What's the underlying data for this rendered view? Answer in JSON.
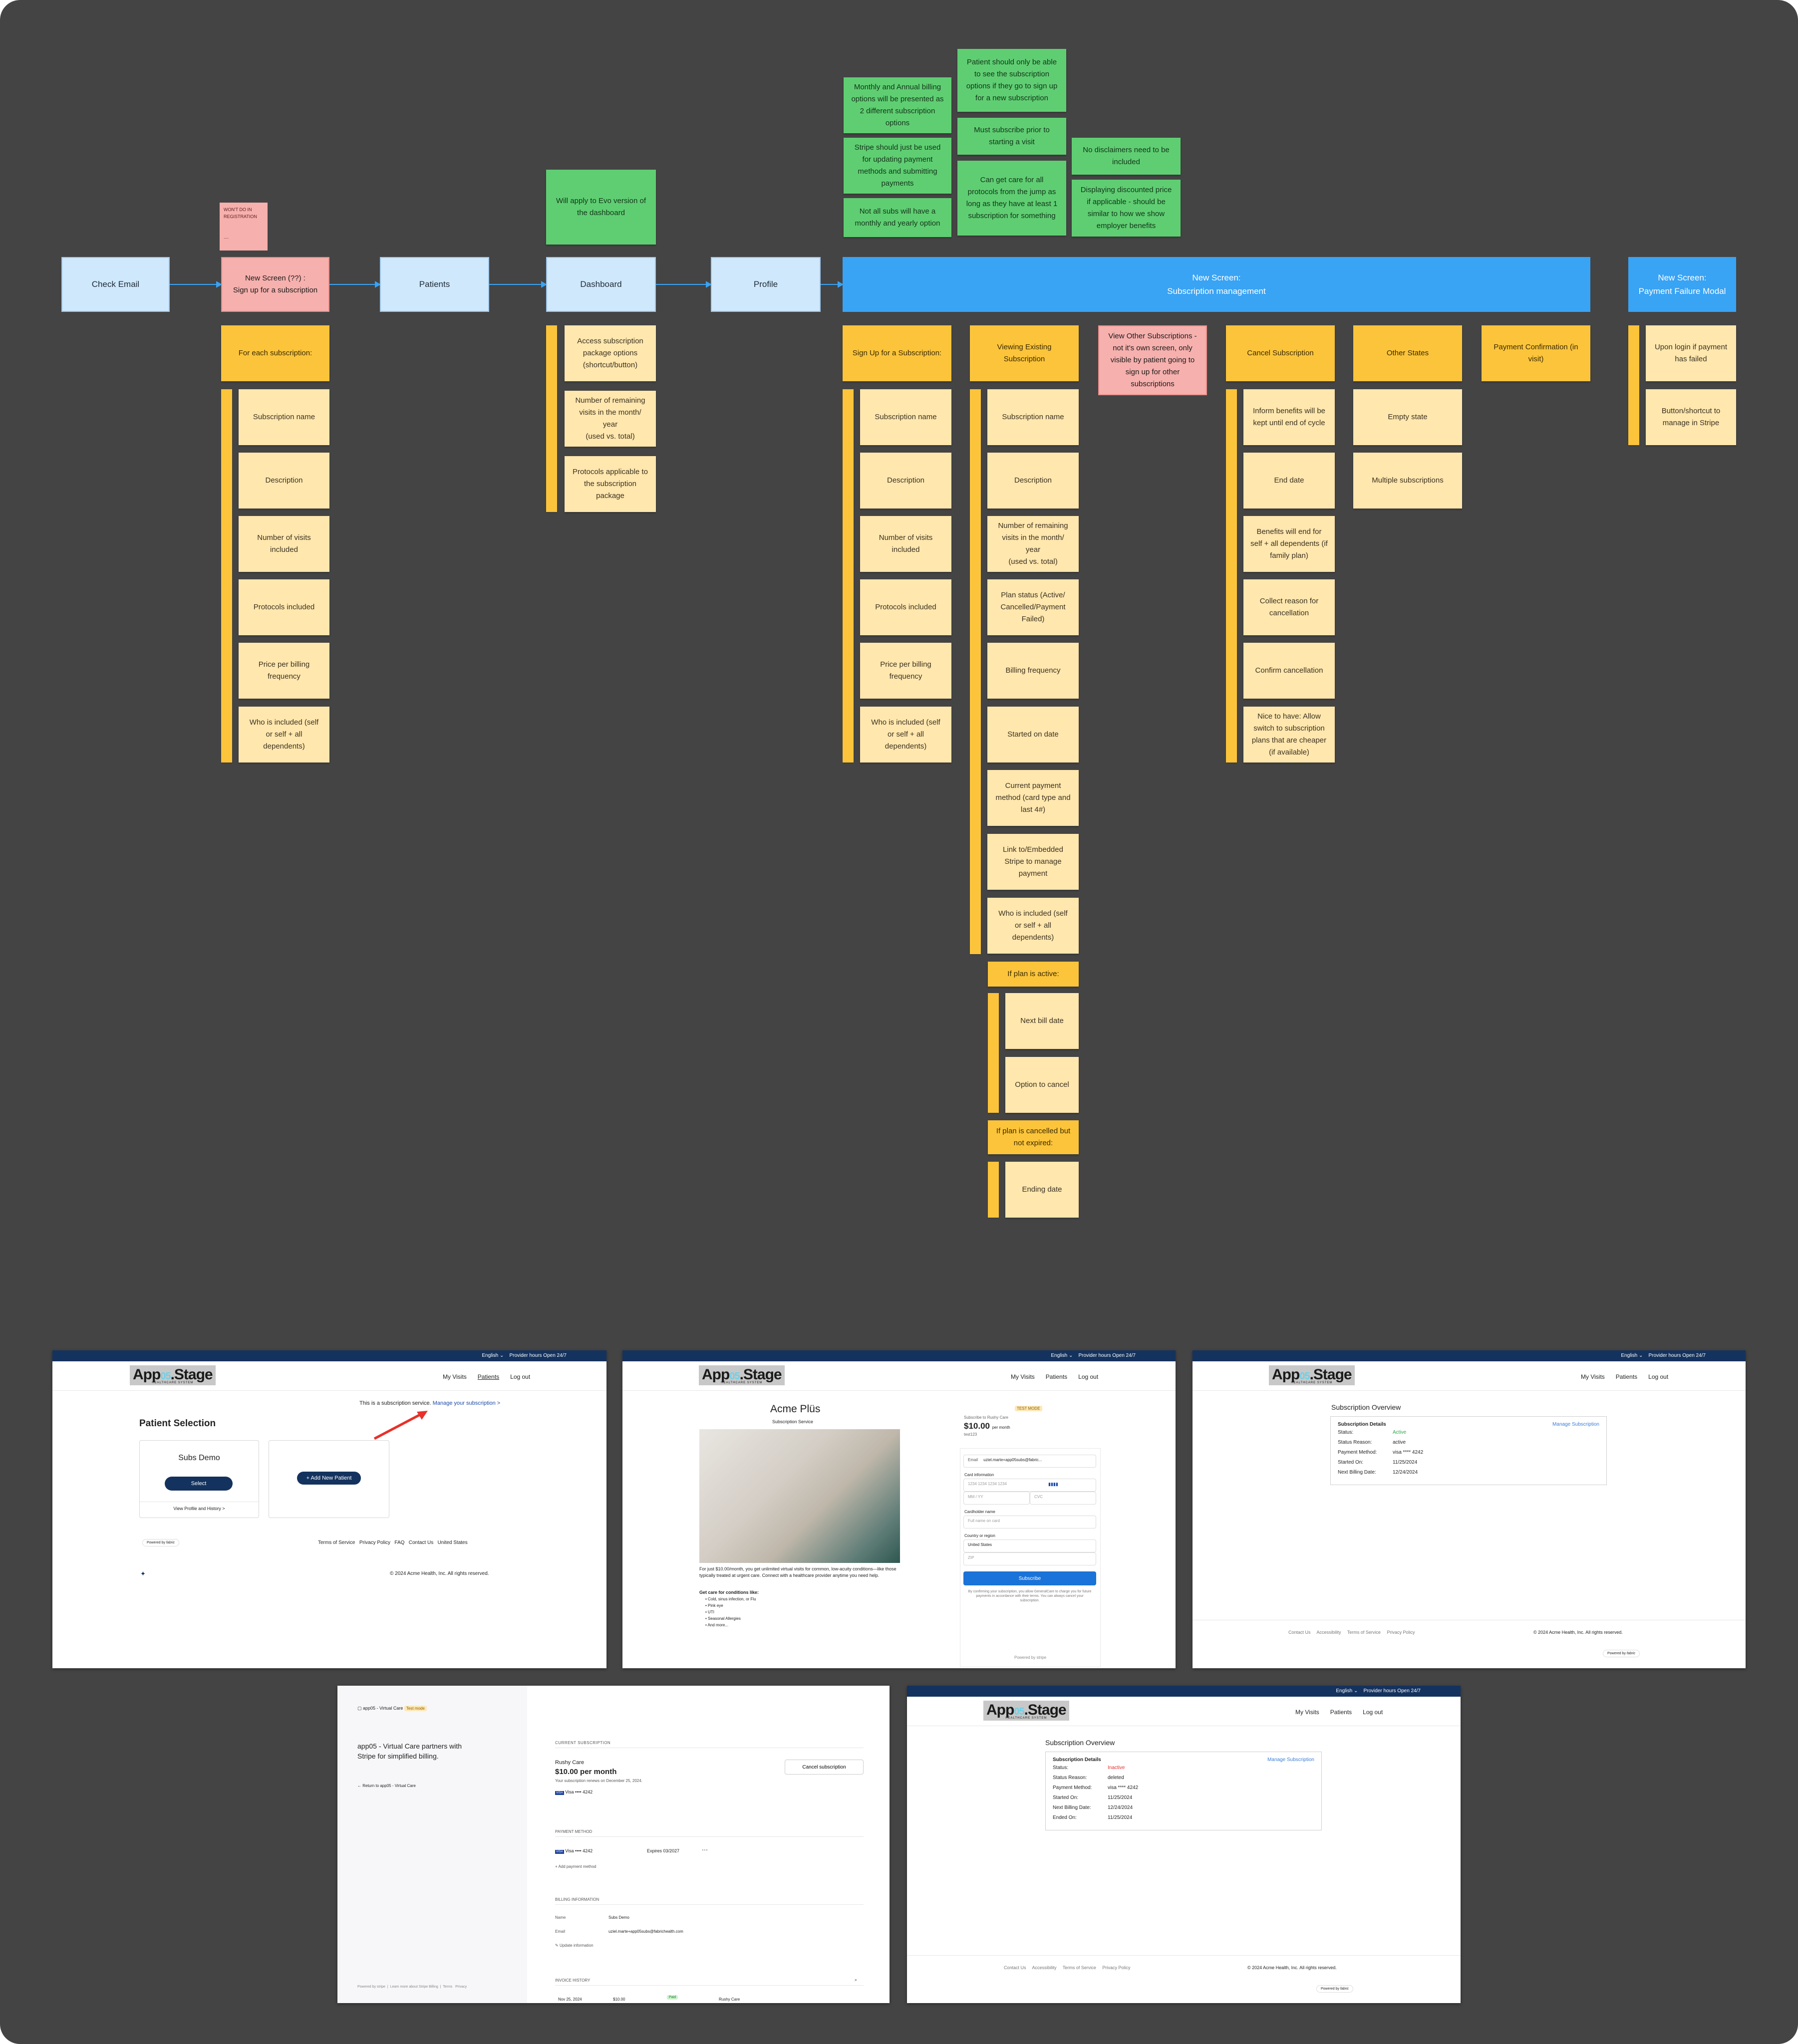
{
  "flow": {
    "check_email": "Check Email",
    "signup_screen": "New Screen (??) :\nSign up for a subscription",
    "patients": "Patients",
    "dashboard": "Dashboard",
    "profile": "Profile",
    "sub_mgmt": "New Screen:\nSubscription management",
    "payment_failure": "New Screen:\nPayment Failure Modal"
  },
  "wont_note": [
    "WON'T DO IN",
    "REGISTRATION",
    "...."
  ],
  "notes": {
    "billing_options": "Monthly and Annual billing options will be presented as 2 different subscription options",
    "stripe_update": "Stripe should just be used for updating payment methods and submitting payments",
    "not_all_subs": "Not all subs will have a monthly and yearly option",
    "patient_only": "Patient should only be able to see the subscription options if they go to sign up for a new subscription",
    "must_subscribe": "Must subscribe prior to starting a visit",
    "care_protocols": "Can get care for all protocols from the jump as long as they have at least 1 subscription for something",
    "no_disclaimers": "No disclaimers need to be included",
    "discounted_price": "Displaying discounted price if applicable - should be similar to how we show employer benefits",
    "evo_dashboard": "Will apply to Evo version of the dashboard"
  },
  "signup_col": {
    "header": "For each subscription:",
    "items": [
      "Subscription name",
      "Description",
      "Number of visits included",
      "Protocols included",
      "Price per billing frequency",
      "Who is included (self or self + all dependents)"
    ]
  },
  "dashboard_col": {
    "items": [
      "Access subscription package options (shortcut/button)",
      "Number of remaining visits in the month/ year\n(used vs. total)",
      "Protocols applicable to the subscription package"
    ]
  },
  "signup_sub_col": {
    "header": "Sign Up for a Subscription:",
    "items": [
      "Subscription name",
      "Description",
      "Number of visits included",
      "Protocols included",
      "Price per billing frequency",
      "Who is included (self or self + all dependents)"
    ]
  },
  "existing_col": {
    "header": "Viewing Existing Subscription",
    "items": [
      "Subscription name",
      "Description",
      "Number of remaining visits in the month/ year\n(used vs. total)",
      "Plan status (Active/ Cancelled/Payment Failed)",
      "Billing frequency",
      "Started on date",
      "Current payment method (card type and last 4#)",
      "Link to/Embedded Stripe to manage payment",
      "Who is included (self or self + all dependents)"
    ],
    "active_header": "If plan is active:",
    "active_items": [
      "Next bill date",
      "Option to cancel"
    ],
    "cancelled_header": "If plan is cancelled but not expired:",
    "cancelled_items": [
      "Ending date"
    ]
  },
  "view_other": "View Other Subscriptions - not it's own screen, only visible by patient going to sign up for other subscriptions",
  "cancel_col": {
    "header": "Cancel Subscription",
    "items": [
      "Inform benefits will be kept until end of cycle",
      "End date",
      "Benefits will end for self + all dependents (if family plan)",
      "Collect reason for cancellation",
      "Confirm cancellation",
      "Nice to have: Allow switch to subscription plans that are cheaper (if available)"
    ]
  },
  "other_states": {
    "header": "Other States",
    "items": [
      "Empty state",
      "Multiple subscriptions"
    ]
  },
  "payment_confirmation": "Payment Confirmation (in visit)",
  "failure_col": {
    "items": [
      "Upon login if payment has failed",
      "Button/shortcut to manage in Stripe"
    ]
  },
  "app": {
    "brand": "App",
    "brand_accent": "05",
    "brand_suffix": ".Stage",
    "brand_sub": "HEALTHCARE SYSTEM",
    "lang": "English",
    "hours": "Provider hours Open 24/7",
    "nav": [
      "My Visits",
      "Patients",
      "Log out"
    ],
    "footer_links": [
      "Contact Us",
      "Accessibility",
      "Terms of Service",
      "Privacy Policy"
    ],
    "copyright": "© 2024 Acme Health, Inc. All rights reserved.",
    "powered": "Powered by",
    "fabric": "fabric"
  },
  "s1": {
    "notice": "This is a subscription service.",
    "notice_link": "Manage your subscription >",
    "title": "Patient Selection",
    "card_name": "Subs Demo",
    "select": "Select",
    "history": "View Profile and History >",
    "add": "+ Add New Patient",
    "footer": [
      "Terms of Service",
      "Privacy Policy",
      "FAQ",
      "Contact Us",
      "United States"
    ],
    "copyright": "© 2024 Acme Health, Inc. All rights reserved."
  },
  "s2": {
    "title": "Acme Plüs",
    "subtitle": "Subscription Service",
    "test_mode": "TEST MODE",
    "subscribe_to": "Subscribe to Rushy Care",
    "price": "$10.00",
    "per": "per month",
    "code": "test123",
    "email_label": "Email",
    "email": "uziel.marte+app05subs@fabric...",
    "card_label": "Card information",
    "card_ph": "1234 1234 1234 1234",
    "mm": "MM / YY",
    "cvc": "CVC",
    "name_label": "Cardholder name",
    "name_ph": "Full name on card",
    "country_label": "Country or region",
    "country": "United States",
    "zip": "ZIP",
    "subscribe": "Subscribe",
    "terms": "By confirming your subscription, you allow GeneralCare to charge you for future payments in accordance with their terms. You can always cancel your subscription.",
    "powered": "Powered by stripe",
    "body": "For just $10.00/month, you get unlimited virtual visits for common, low-acuity conditions—like those typically treated at urgent care. Connect with a healthcare provider anytime you need help.",
    "conditions_title": "Get care for conditions like:",
    "conditions": [
      "Cold, sinus infection, or Flu",
      "Pink eye",
      "UTI",
      "Seasonal Allergies",
      "And more..."
    ]
  },
  "s3": {
    "title": "Subscription Overview",
    "details": "Subscription Details",
    "manage": "Manage Subscription",
    "rows": [
      [
        "Status:",
        "Active"
      ],
      [
        "Status Reason:",
        "active"
      ],
      [
        "Payment Method:",
        "visa **** 4242"
      ],
      [
        "Started On:",
        "11/25/2024"
      ],
      [
        "Next Billing Date:",
        "12/24/2024"
      ]
    ]
  },
  "s4": {
    "brand": "app05 - Virtual Care",
    "test": "Test mode",
    "headline": "app05 - Virtual Care partners with Stripe for simplified billing.",
    "return": "← Return to app05 - Virtual Care",
    "current": "CURRENT SUBSCRIPTION",
    "plan": "Rushy Care",
    "price": "$10.00 per month",
    "renews": "Your subscription renews on December 25, 2024.",
    "visa": "Visa •••• 4242",
    "cancel": "Cancel subscription",
    "payment_method": "PAYMENT METHOD",
    "expires": "Expires 03/2027",
    "add_payment": "+ Add payment method",
    "billing": "BILLING INFORMATION",
    "name_k": "Name",
    "name_v": "Subs Demo",
    "email_k": "Email",
    "email_v": "uziel.marte+app05subs@fabrichealth.com",
    "update": "Update information",
    "invoice": "INVOICE HISTORY",
    "inv_date": "Nov 25, 2024",
    "inv_amt": "$10.00",
    "inv_status": "Paid",
    "inv_plan": "Rushy Care",
    "powered": "Powered by stripe",
    "learn": "Learn more about Stripe Billing",
    "terms": "Terms",
    "privacy": "Privacy"
  },
  "s5": {
    "title": "Subscription Overview",
    "details": "Subscription Details",
    "manage": "Manage Subscription",
    "rows": [
      [
        "Status:",
        "Inactive"
      ],
      [
        "Status Reason:",
        "deleted"
      ],
      [
        "Payment Method:",
        "visa **** 4242"
      ],
      [
        "Started On:",
        "11/25/2024"
      ],
      [
        "Next Billing Date:",
        "12/24/2024"
      ],
      [
        "Ended On:",
        "11/25/2024"
      ]
    ]
  }
}
